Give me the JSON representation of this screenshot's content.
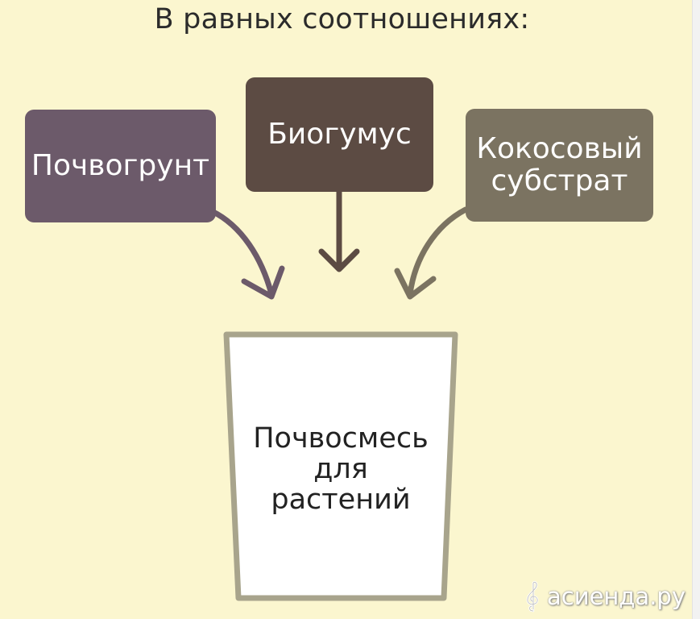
{
  "title": "В равных соотношениях:",
  "sources": [
    {
      "label_lines": [
        "Почвогрунт"
      ],
      "color": "#6c5a6a"
    },
    {
      "label_lines": [
        "Биогумус"
      ],
      "color": "#5c4b43"
    },
    {
      "label_lines": [
        "Кокосовый",
        "субстрат"
      ],
      "color": "#7b7361"
    }
  ],
  "target": {
    "label_lines": [
      "Почвосмесь",
      "для",
      "растений"
    ],
    "fill": "#ffffff",
    "outline": "#a8a48c"
  },
  "background": "#fbf6cf",
  "watermark": {
    "text": "асиенда.ру",
    "icon": "treble-clef-icon"
  }
}
